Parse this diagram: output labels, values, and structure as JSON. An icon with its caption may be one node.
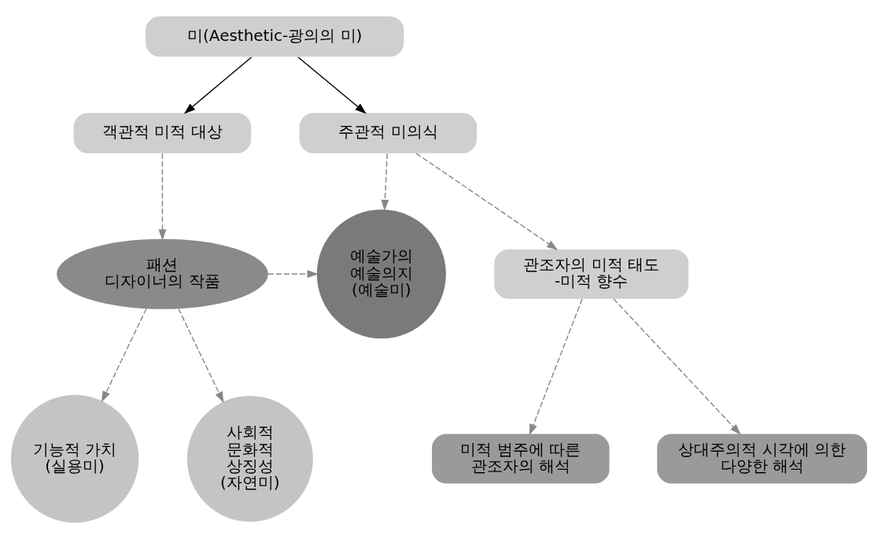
{
  "diagram": {
    "nodes": [
      {
        "text": [
          "미(Aesthetic-광의의 미)"
        ]
      },
      {
        "text": [
          "객관적 미적 대상"
        ]
      },
      {
        "text": [
          "주관적 미의식"
        ]
      },
      {
        "text": [
          "패션 디자이너의 작품"
        ]
      },
      {
        "text": [
          "예술가의 예술의지 (예술미)"
        ]
      },
      {
        "text": [
          "관조자의 미적 태도 -미적 향수"
        ]
      },
      {
        "text": [
          "기능적 가치 (실용미)"
        ]
      },
      {
        "text": [
          "사회적 문화적 상징성 (자연미)"
        ]
      },
      {
        "text": [
          "미적 범주에 따른 관조자의 해석"
        ]
      },
      {
        "text": [
          "상대주의적 시각에 의한 다양한 해석"
        ]
      }
    ],
    "edges": [
      {
        "from": 0,
        "to": 1,
        "arrow": "to",
        "color": "#000000"
      },
      {
        "from": 0,
        "to": 2,
        "arrow": "to",
        "color": "#000000"
      },
      {
        "from": 1,
        "to": 3,
        "arrow": "to",
        "style": "dashed"
      },
      {
        "from": 3,
        "to": 4,
        "arrow": "to",
        "style": "dashed"
      },
      {
        "from": 2,
        "to": 4,
        "arrow": "to",
        "style": "dashed"
      },
      {
        "from": 2,
        "to": 5,
        "arrow": "to",
        "style": "dashed"
      },
      {
        "from": 3,
        "to": 6,
        "arrow": "to",
        "style": "dashed"
      },
      {
        "from": 3,
        "to": 7,
        "arrow": "to",
        "style": "dashed"
      },
      {
        "from": 5,
        "to": 8,
        "arrow": "to",
        "style": "dashed"
      },
      {
        "from": 5,
        "to": 9,
        "arrow": "to",
        "style": "dashed"
      }
    ]
  }
}
